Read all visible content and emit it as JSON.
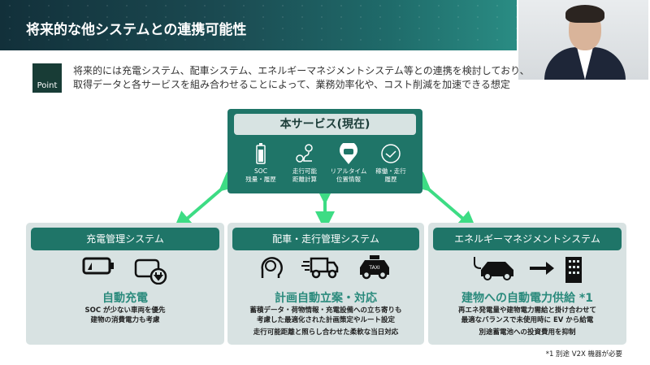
{
  "header": {
    "title": "将来的な他システムとの連携可能性"
  },
  "point": {
    "label": "Point",
    "lines": [
      "将来的には充電システム、配車システム、エネルギーマネジメントシステム等との連携を検討しており、",
      "取得データと各サービスを組み合わせることによって、業務効率化や、コスト削減を加速できる想定"
    ]
  },
  "current": {
    "title": "本サービス(現在)",
    "features": [
      {
        "icon": "battery-icon",
        "lines": [
          "SOC",
          "残量・履歴"
        ]
      },
      {
        "icon": "route-icon",
        "lines": [
          "走行可能",
          "距離計算"
        ]
      },
      {
        "icon": "location-car-icon",
        "lines": [
          "リアルタイム",
          "位置情報"
        ]
      },
      {
        "icon": "clock-icon",
        "lines": [
          "稼働・走行",
          "履歴"
        ]
      }
    ]
  },
  "systems": [
    {
      "title": "充電管理システム",
      "headline": "自動充電",
      "desc": [
        "SOC が少ない車両を優先",
        "建物の消費電力も考慮"
      ]
    },
    {
      "title": "配車・走行管理システム",
      "headline": "計画自動立案・対応",
      "desc": [
        "蓄積データ・荷物情報・充電設備への立ち寄りも",
        "考慮した最適化された計画策定やルート設定",
        "走行可能距離と照らし合わせた柔軟な当日対応"
      ],
      "taxi_label": "TAXI"
    },
    {
      "title": "エネルギーマネジメントシステム",
      "headline": "建物への自動電力供給 *1",
      "desc": [
        "再エネ発電量や建物電力需給と掛け合わせて",
        "最適なバランスで未使用時に EV から給電",
        "別途蓄電池への投資費用を抑制"
      ]
    }
  ],
  "footnote": "*1  別途 V2X 機器が必要",
  "colors": {
    "teal": "#1f7568",
    "accent": "#3ddc84",
    "card": "#d8e2e2"
  }
}
